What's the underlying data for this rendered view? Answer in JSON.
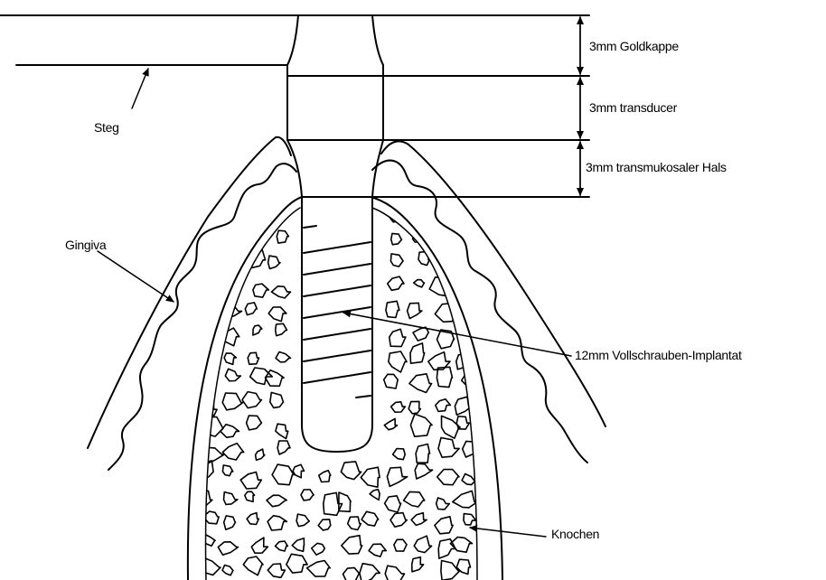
{
  "labels": {
    "goldkappe": "3mm Goldkappe",
    "transducer": "3mm transducer",
    "hals": "3mm transmukosaler Hals",
    "steg": "Steg",
    "gingiva": "Gingiva",
    "implantat": "12mm Vollschrauben-Implantat",
    "knochen": "Knochen"
  }
}
